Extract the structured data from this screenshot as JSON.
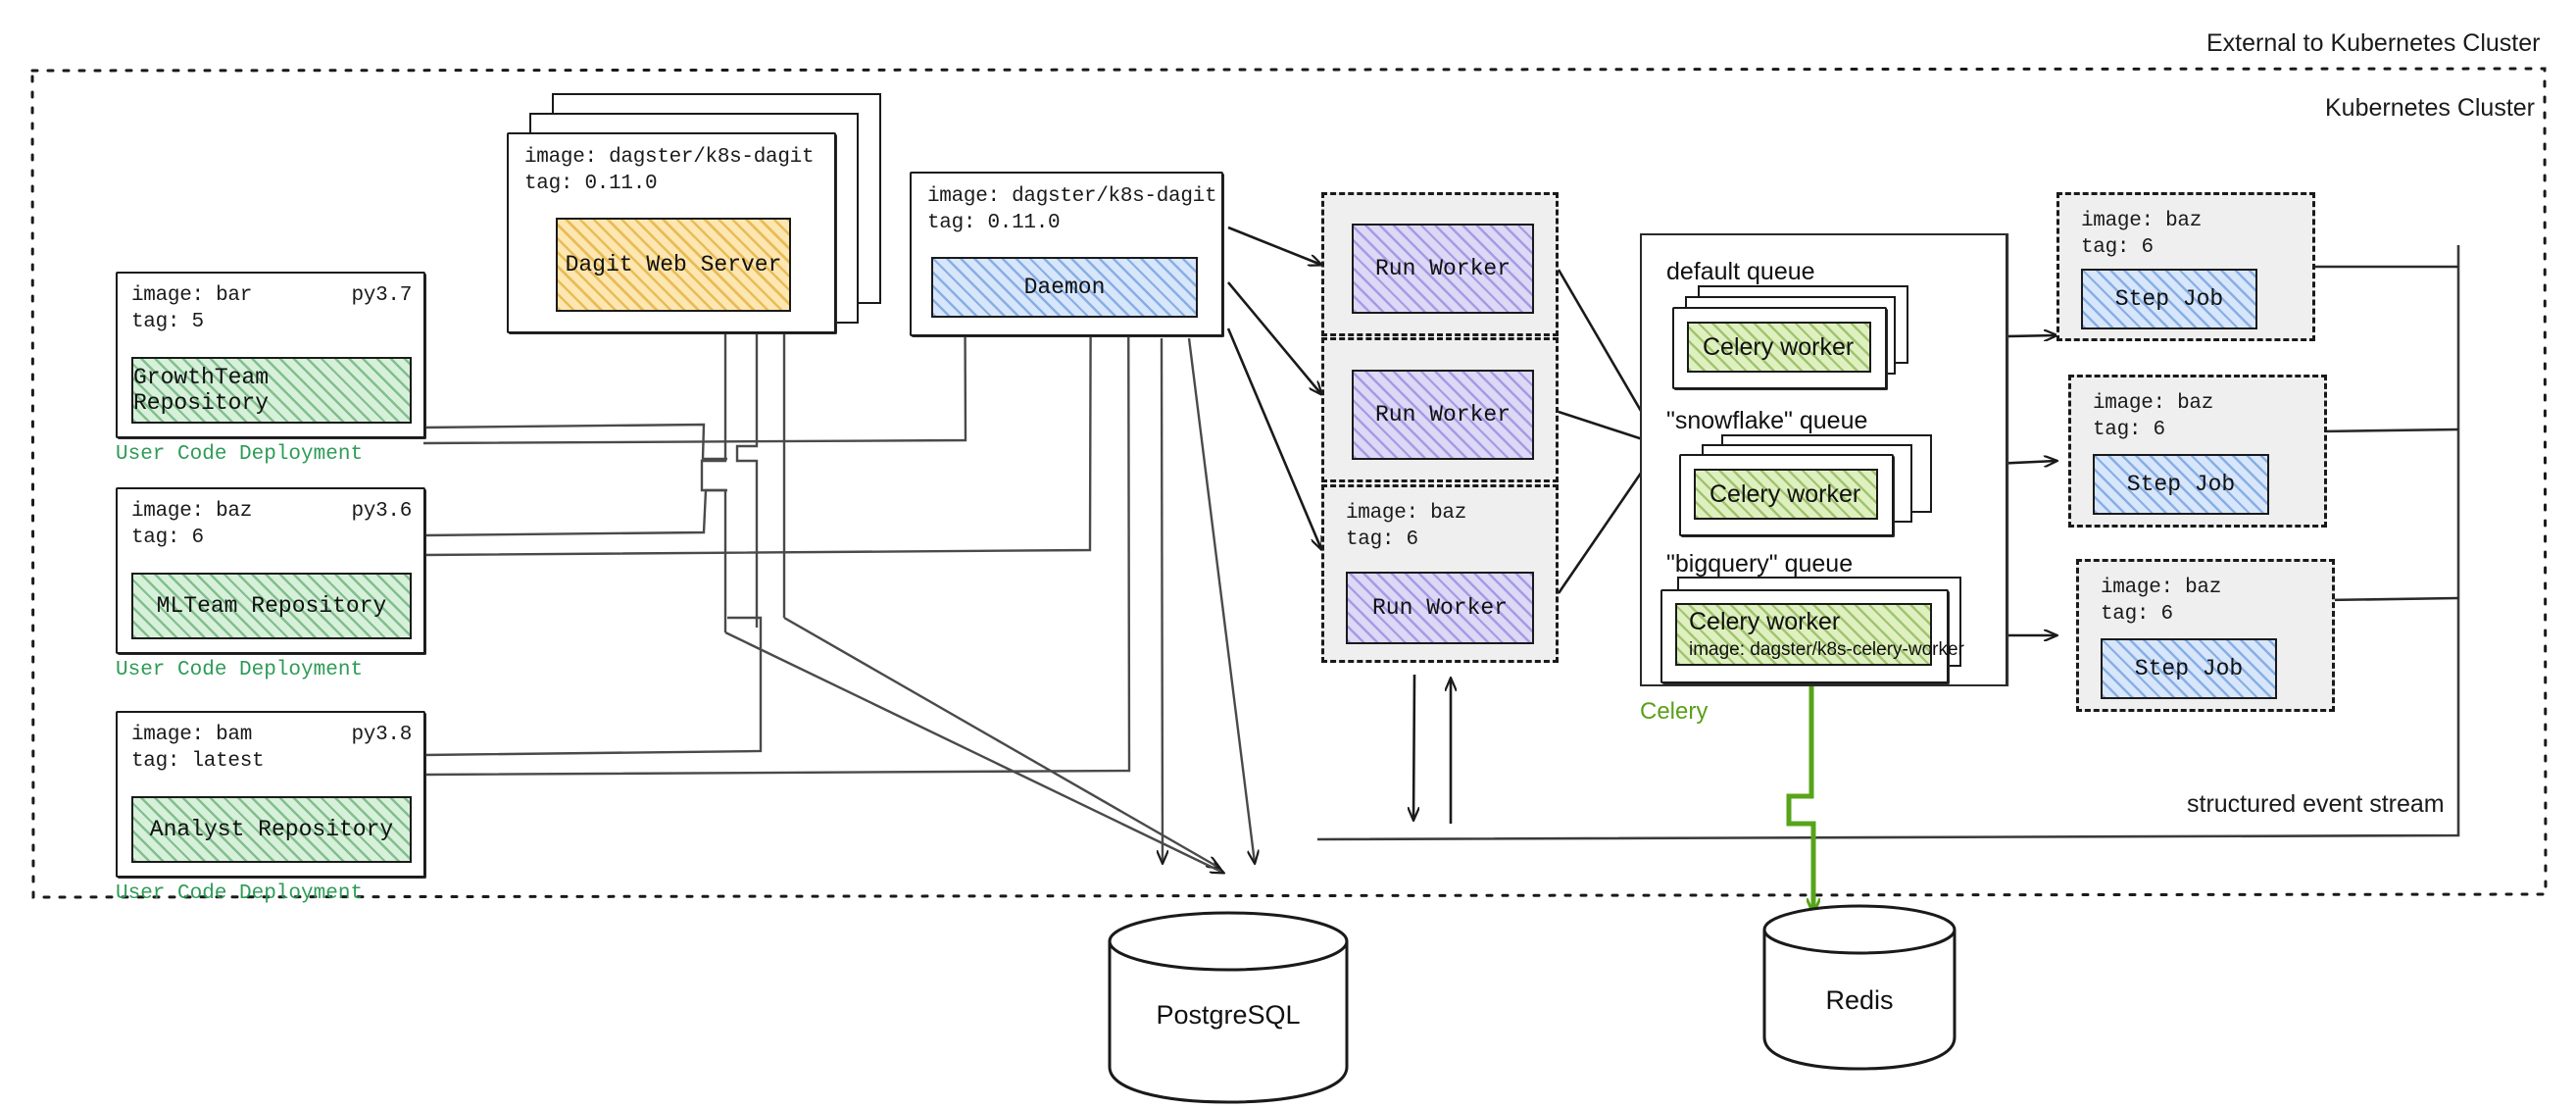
{
  "zones": {
    "external_label": "External to Kubernetes Cluster",
    "cluster_label": "Kubernetes Cluster",
    "event_stream_label": "structured event stream"
  },
  "user_code_deployments": [
    {
      "image": "image: bar",
      "tag": "tag: 5",
      "python": "py3.7",
      "title": "GrowthTeam Repository",
      "caption": "User Code Deployment"
    },
    {
      "image": "image: baz",
      "tag": "tag: 6",
      "python": "py3.6",
      "title": "MLTeam Repository",
      "caption": "User Code Deployment"
    },
    {
      "image": "image: bam",
      "tag": "tag: latest",
      "python": "py3.8",
      "title": "Analyst Repository",
      "caption": "User Code Deployment"
    }
  ],
  "dagit": {
    "image": "image: dagster/k8s-dagit",
    "tag": "tag: 0.11.0",
    "title": "Dagit Web Server"
  },
  "daemon": {
    "image": "image: dagster/k8s-dagit",
    "tag": "tag: 0.11.0",
    "title": "Daemon"
  },
  "run_workers": [
    {
      "title": "Run Worker",
      "image": "",
      "tag": ""
    },
    {
      "title": "Run Worker",
      "image": "",
      "tag": ""
    },
    {
      "title": "Run Worker",
      "image": "image: baz",
      "tag": "tag: 6"
    }
  ],
  "celery": {
    "caption": "Celery",
    "queues": [
      {
        "label": "default queue",
        "worker": "Celery worker",
        "worker_image": "",
        "stacked": 3
      },
      {
        "label": "\"snowflake\" queue",
        "worker": "Celery worker",
        "worker_image": "",
        "stacked": 3
      },
      {
        "label": "\"bigquery\" queue",
        "worker": "Celery worker",
        "worker_image": "image: dagster/k8s-celery-worker",
        "stacked": 2
      }
    ]
  },
  "step_jobs": [
    {
      "image": "image: baz",
      "tag": "tag: 6",
      "title": "Step Job"
    },
    {
      "image": "image: baz",
      "tag": "tag: 6",
      "title": "Step Job"
    },
    {
      "image": "image: baz",
      "tag": "tag: 6",
      "title": "Step Job"
    }
  ],
  "datastores": [
    {
      "name": "PostgreSQL"
    },
    {
      "name": "Redis"
    }
  ],
  "colors": {
    "repo_fill": "#d7f0da",
    "dagit_fill": "#fde6b0",
    "daemon_fill": "#d7e6fb",
    "run_worker_fill": "#dcd8f5",
    "step_job_fill": "#d7e6fb",
    "celery_worker_fill": "#dff0c0",
    "caption_green": "#2e9b57",
    "celery_green": "#5aa01a",
    "stroke": "#1a1a1a"
  }
}
